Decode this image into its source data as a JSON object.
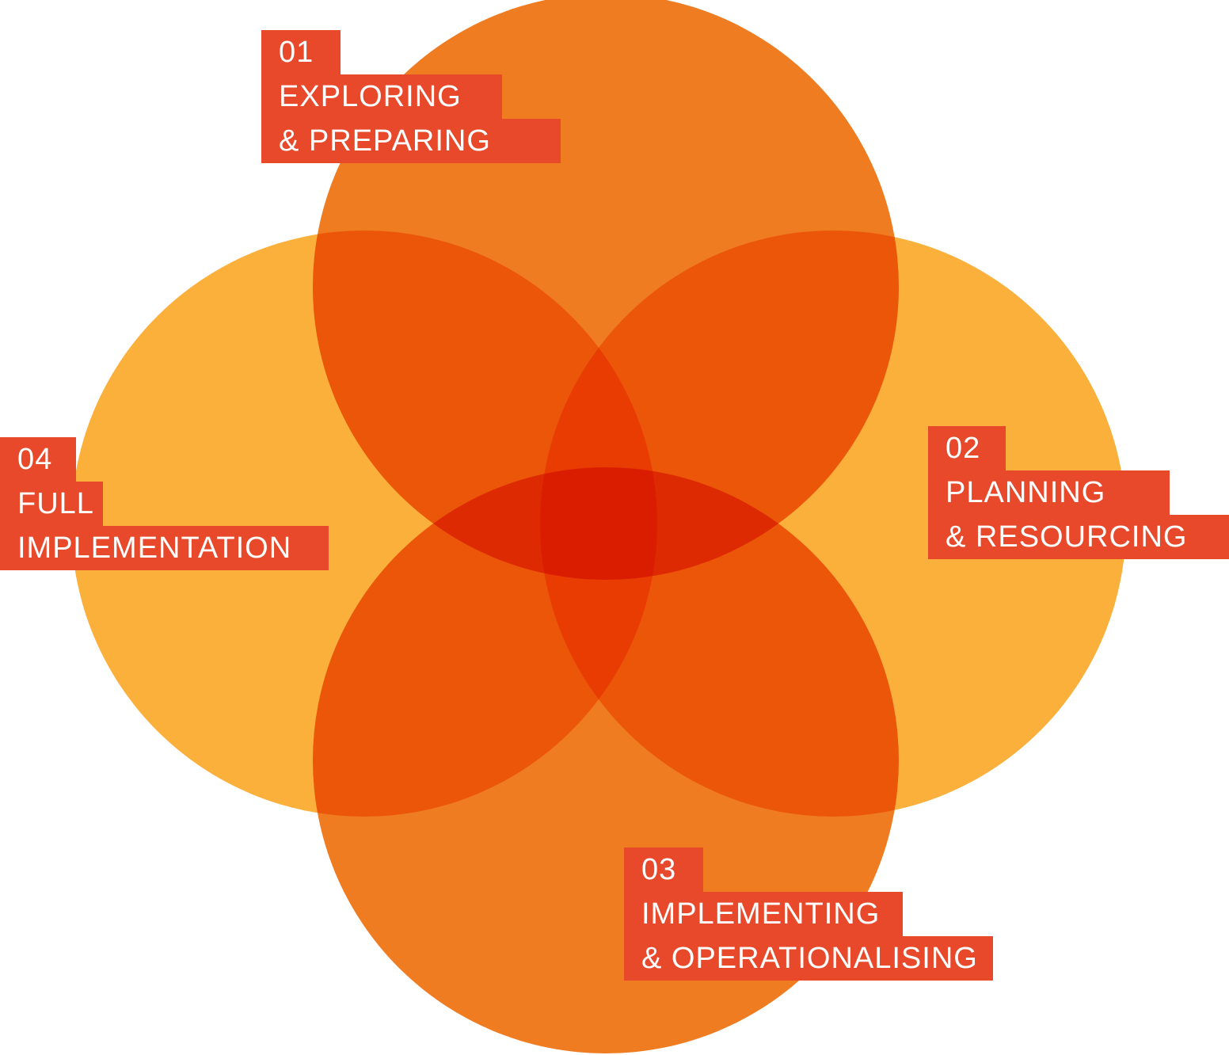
{
  "diagram": {
    "colors": {
      "circle_orange": "#F07C22",
      "circle_yellow": "#FBB03C",
      "overlap_petal": "#EC5508",
      "overlap_center": "#DA1D00",
      "label_red": "#E8492B",
      "label_text": "#FFFFFF"
    },
    "phases": [
      {
        "number": "01",
        "line1": "EXPLORING",
        "line2": "& PREPARING"
      },
      {
        "number": "02",
        "line1": "PLANNING",
        "line2": "& RESOURCING"
      },
      {
        "number": "03",
        "line1": "IMPLEMENTING",
        "line2": "& OPERATIONALISING"
      },
      {
        "number": "04",
        "line1": "FULL",
        "line2": "IMPLEMENTATION"
      }
    ]
  }
}
